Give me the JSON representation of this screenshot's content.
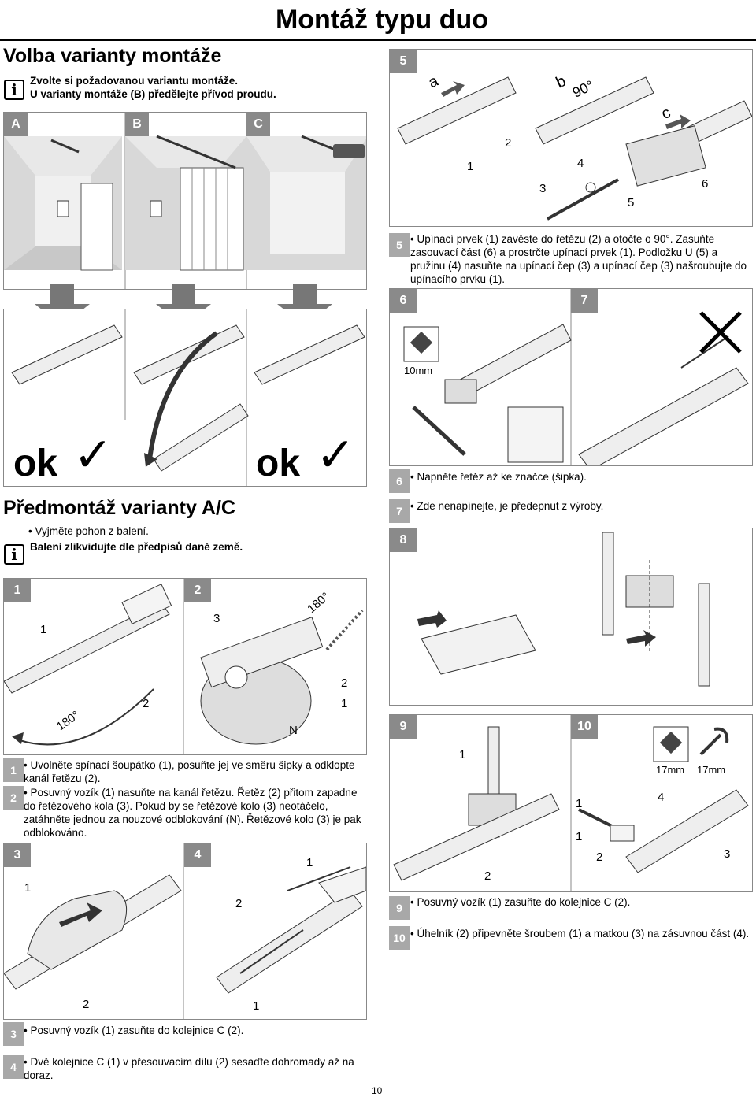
{
  "header": {
    "title": "Montáž typu duo"
  },
  "left": {
    "section1_title": "Volba varianty montáže",
    "section1_info_line1": "Zvolte si požadovanou variantu montáže.",
    "section1_info_line2": "U varianty montáže (B) předělejte přívod proudu.",
    "variant_labels": [
      "A",
      "B",
      "C"
    ],
    "ok_labels": [
      "ok",
      "ok"
    ],
    "section2_title": "Předmontáž varianty A/C",
    "section2_bullet": "Vyjměte pohon z balení.",
    "section2_info": "Balení zlikvidujte dle předpisů dané země.",
    "step_badges": [
      "1",
      "2",
      "3",
      "4"
    ],
    "step12_text_1": "Uvolněte spínací šoupátko (1), posuňte jej ve směru šipky a odklopte kanál řetězu (2).",
    "step12_text_2": "Posuvný vozík (1) nasuňte na kanál řetězu. Řetěz (2) přitom zapadne do řetězového kola (3). Pokud by se řetězové kolo (3) neotáčelo, zatáhněte jednou za nouzové odblokování (N). Řetězové kolo (3) je pak odblokováno.",
    "step3_text": "Posuvný vozík (1) zasuňte do kolejnice C (2).",
    "step4_text": "Dvě kolejnice C (1) v přesouvacím dílu (2) sesaďte dohromady až na doraz.",
    "callouts_step1": [
      "1",
      "2",
      "180°"
    ],
    "callouts_step2": [
      "3",
      "180°",
      "2",
      "1",
      "N"
    ],
    "callouts_step3": [
      "1",
      "2"
    ],
    "callouts_step4": [
      "1",
      "2",
      "1"
    ]
  },
  "right": {
    "step_badges": [
      "5",
      "6",
      "7",
      "8",
      "9",
      "10"
    ],
    "step5_callouts": [
      "a",
      "b",
      "c",
      "90°",
      "1",
      "2",
      "3",
      "4",
      "5",
      "6"
    ],
    "step5_text": "Upínací prvek (1) zavěste do řetězu (2) a otočte o 90°. Zasuňte zasouvací část (6) a prostrčte upínací prvek (1). Podložku U (5) a pružinu (4) nasuňte na upínací čep (3) a upínací čep (3) našroubujte do upínacího prvku (1).",
    "step6_callout": "10mm",
    "step6_text": "Napněte řetěz až ke značce (šipka).",
    "step7_text": "Zde nenapínejte, je předepnut z výroby.",
    "step9_callouts": [
      "1",
      "1",
      "2"
    ],
    "step10_callouts": [
      "17mm",
      "17mm",
      "4",
      "1",
      "2",
      "3"
    ],
    "step9_text": "Posuvný vozík (1) zasuňte do kolejnice C (2).",
    "step10_text": "Úhelník (2) připevněte šroubem (1) a matkou (3) na zásuvnou část (4)."
  },
  "footer": {
    "page_number": "10"
  },
  "colors": {
    "badge_gray": "#8a8a8a",
    "panel_border": "#888888",
    "wall_gray": "#d8d8d8"
  },
  "icons": [
    "info-icon",
    "hex-key-icon",
    "wrench-icon",
    "check-mark-icon",
    "arrow-down-icon"
  ]
}
